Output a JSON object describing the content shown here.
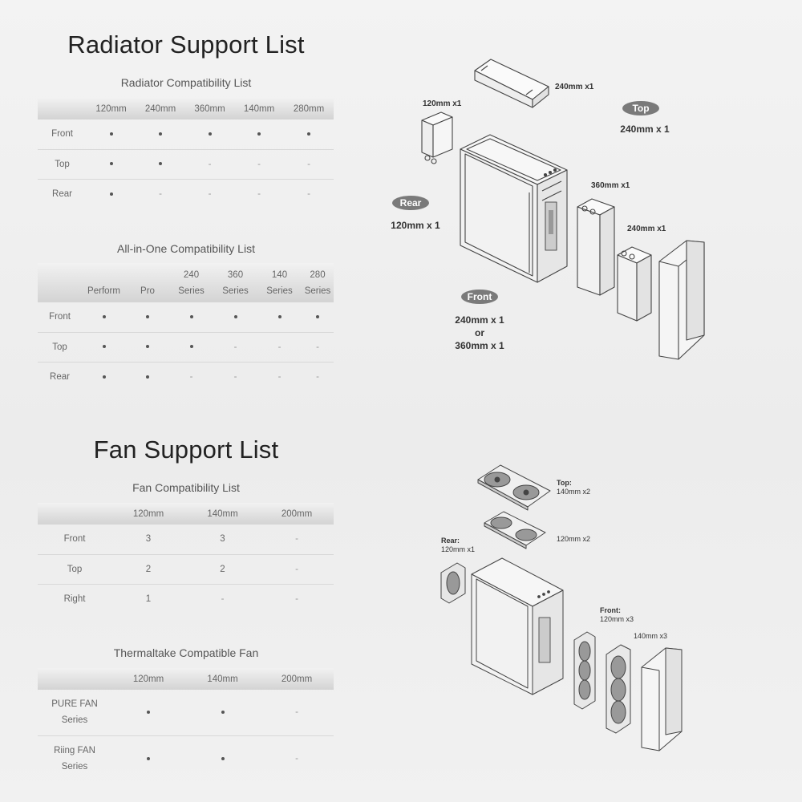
{
  "radiator": {
    "title": "Radiator Support List",
    "compat": {
      "title": "Radiator Compatibility List",
      "columns": [
        "120mm",
        "240mm",
        "360mm",
        "140mm",
        "280mm"
      ],
      "rows": [
        {
          "label": "Front",
          "cells": [
            "dot",
            "dot",
            "dot",
            "dot",
            "dot"
          ]
        },
        {
          "label": "Top",
          "cells": [
            "dot",
            "dot",
            "-",
            "-",
            "-"
          ]
        },
        {
          "label": "Rear",
          "cells": [
            "dot",
            "-",
            "-",
            "-",
            "-"
          ]
        }
      ]
    },
    "aio": {
      "title": "All-in-One Compatibility List",
      "columns": [
        {
          "top": "",
          "bottom": "Perform"
        },
        {
          "top": "",
          "bottom": "Pro"
        },
        {
          "top": "240",
          "bottom": "Series"
        },
        {
          "top": "360",
          "bottom": "Series"
        },
        {
          "top": "140",
          "bottom": "Series"
        },
        {
          "top": "280",
          "bottom": "Series"
        }
      ],
      "rows": [
        {
          "label": "Front",
          "cells": [
            "dot",
            "dot",
            "dot",
            "dot",
            "dot",
            "dot"
          ]
        },
        {
          "label": "Top",
          "cells": [
            "dot",
            "dot",
            "dot",
            "-",
            "-",
            "-"
          ]
        },
        {
          "label": "Rear",
          "cells": [
            "dot",
            "dot",
            "-",
            "-",
            "-",
            "-"
          ]
        }
      ]
    },
    "diagram": {
      "label_240_top": "240mm x1",
      "label_120": "120mm x1",
      "label_360": "360mm x1",
      "label_240_front": "240mm x1",
      "badge_top": "Top",
      "top_size": "240mm x 1",
      "badge_rear": "Rear",
      "rear_size": "120mm x 1",
      "badge_front": "Front",
      "front_size_1": "240mm x 1",
      "front_or": "or",
      "front_size_2": "360mm x 1"
    }
  },
  "fan": {
    "title": "Fan Support List",
    "compat": {
      "title": "Fan Compatibility List",
      "columns": [
        "120mm",
        "140mm",
        "200mm"
      ],
      "rows": [
        {
          "label": "Front",
          "cells": [
            "3",
            "3",
            "-"
          ]
        },
        {
          "label": "Top",
          "cells": [
            "2",
            "2",
            "-"
          ]
        },
        {
          "label": "Right",
          "cells": [
            "1",
            "-",
            "-"
          ]
        }
      ]
    },
    "thermaltake": {
      "title": "Thermaltake Compatible Fan",
      "columns": [
        "120mm",
        "140mm",
        "200mm"
      ],
      "rows": [
        {
          "label1": "PURE FAN",
          "label2": "Series",
          "cells": [
            "dot",
            "dot",
            "-"
          ]
        },
        {
          "label1": "Riing FAN",
          "label2": "Series",
          "cells": [
            "dot",
            "dot",
            "-"
          ]
        }
      ]
    },
    "diagram": {
      "top_title": "Top:",
      "top_140": "140mm x2",
      "top_120": "120mm x2",
      "rear_title": "Rear:",
      "rear_120": "120mm x1",
      "front_title": "Front:",
      "front_120": "120mm x3",
      "front_140": "140mm x3"
    }
  }
}
